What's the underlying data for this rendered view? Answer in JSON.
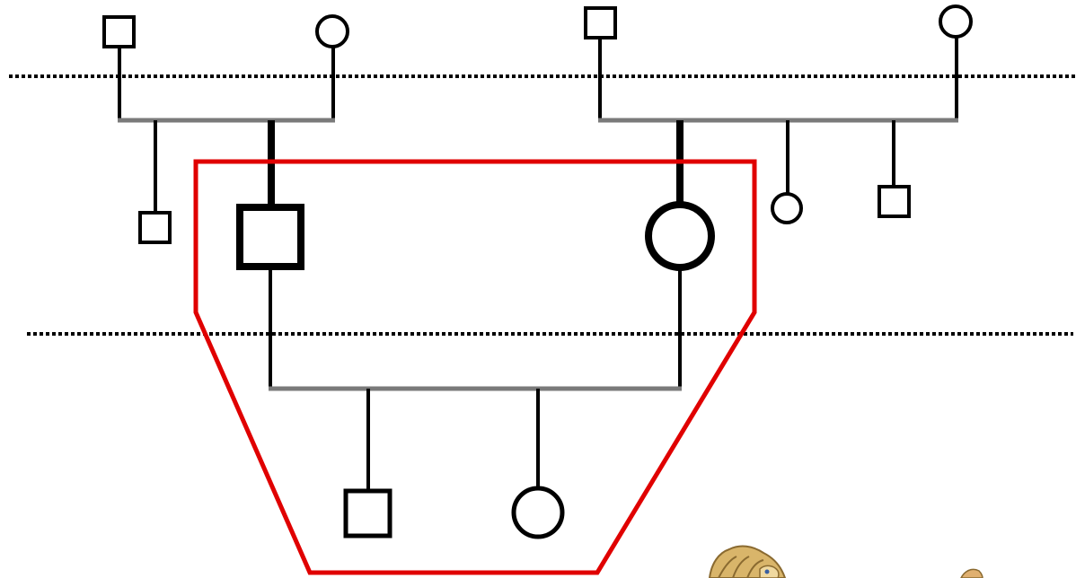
{
  "diagram": {
    "kind": "pedigree chart",
    "generation_separator_style": "dotted",
    "highlight": {
      "color": "#e00000",
      "encloses": [
        "father-square",
        "mother-circle",
        "son-square",
        "daughter-circle"
      ]
    },
    "colors": {
      "line": "#000000",
      "marriage_line": "#7a7a7a",
      "background": "#ffffff"
    },
    "decorative_figure": "cartoon-lion-head"
  }
}
